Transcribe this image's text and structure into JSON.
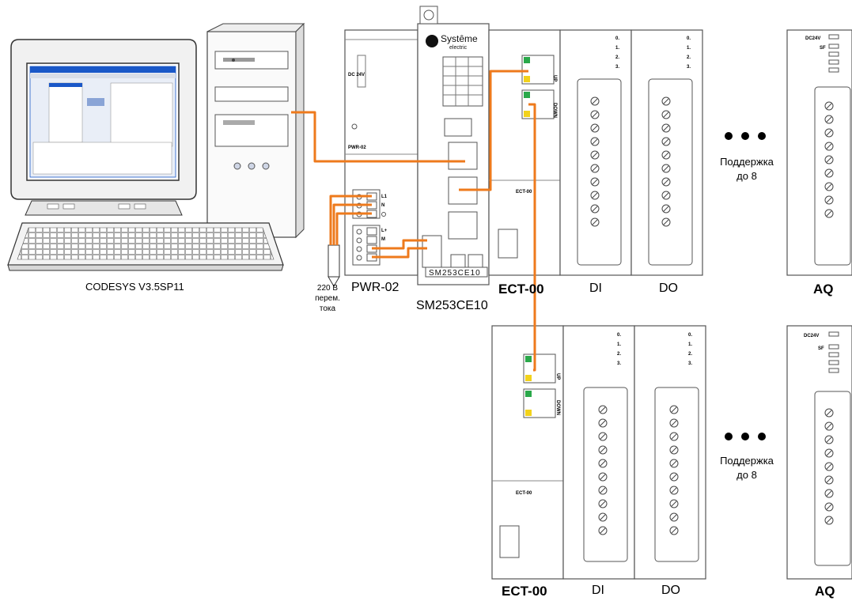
{
  "labels": {
    "codesys": "CODESYS V3.5SP11",
    "power_source_line1": "220 В",
    "power_source_line2": "перем.",
    "power_source_line3": "тока",
    "pwr": "PWR-02",
    "cpu": "SM253CE10",
    "ect_top": "ECT-00",
    "di_top": "DI",
    "do_top": "DO",
    "aq_top": "AQ",
    "support_top_line1": "Поддержка",
    "support_top_line2": "до 8",
    "ect_bottom": "ECT-00",
    "di_bottom": "DI",
    "do_bottom": "DO",
    "aq_bottom": "AQ",
    "support_bottom_line1": "Поддержка",
    "support_bottom_line2": "до 8"
  },
  "device_text": {
    "brand": "Systême",
    "brand_sub": "electric",
    "cpu_face": "SM253CE10",
    "pwr_face": "PWR-02",
    "pwr_dc": "DC 24V",
    "terminal_l1": "L1",
    "terminal_n": "N",
    "terminal_lplus": "L+",
    "terminal_m": "M",
    "ect_face": "ECT-00",
    "port_up": "UP",
    "port_down": "DOWN",
    "aq_dc": "DC24V",
    "aq_sf": "SF",
    "ch0": "0.",
    "ch1": "1.",
    "ch2": "2.",
    "ch3": "3."
  },
  "colors": {
    "cable": "#ee7a1c",
    "module_stroke": "#555555",
    "module_fill": "#ffffff",
    "port_green": "#2aa84a",
    "port_yellow": "#f2d21b",
    "screen_blue": "#1a58c8"
  }
}
